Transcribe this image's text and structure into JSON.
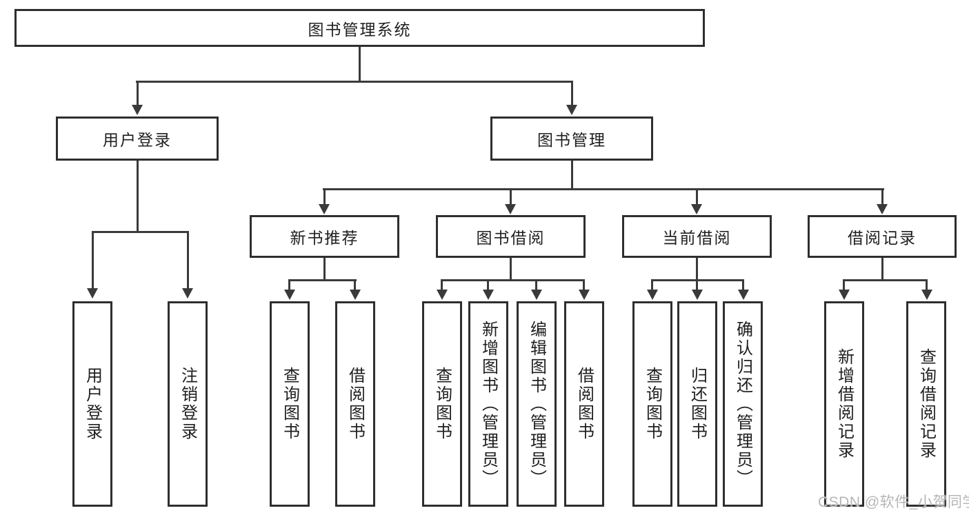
{
  "diagram": {
    "root": {
      "label": "图书管理系统"
    },
    "branches": [
      {
        "label": "用户登录",
        "children": [
          {
            "label": "用户登录"
          },
          {
            "label": "注销登录"
          }
        ]
      },
      {
        "label": "图书管理",
        "children": [
          {
            "label": "新书推荐",
            "children": [
              {
                "label": "查询图书"
              },
              {
                "label": "借阅图书"
              }
            ]
          },
          {
            "label": "图书借阅",
            "children": [
              {
                "label": "查询图书"
              },
              {
                "label": "新增图书（管理员）"
              },
              {
                "label": "编辑图书（管理员）"
              },
              {
                "label": "借阅图书"
              }
            ]
          },
          {
            "label": "当前借阅",
            "children": [
              {
                "label": "查询图书"
              },
              {
                "label": "归还图书"
              },
              {
                "label": "确认归还（管理员）"
              }
            ]
          },
          {
            "label": "借阅记录",
            "children": [
              {
                "label": "新增借阅记录"
              },
              {
                "label": "查询借阅记录"
              }
            ]
          }
        ]
      }
    ]
  },
  "watermark": {
    "text": "CSDN @软件_小贺同学"
  },
  "colors": {
    "background": "#ffffff",
    "line": "#3a3a3a",
    "box_border": "#2e2e2e",
    "text": "#1f1f1f",
    "watermark": "#b6b6b6"
  }
}
